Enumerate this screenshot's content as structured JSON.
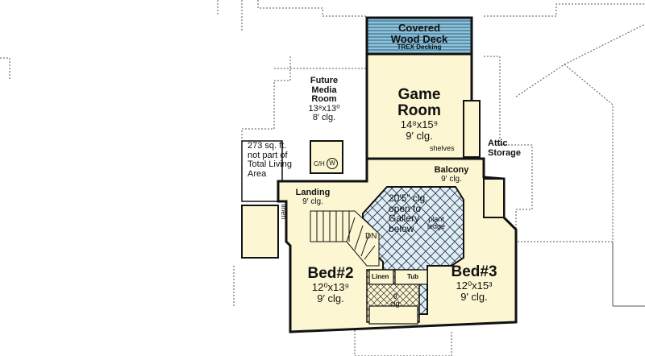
{
  "colors": {
    "room_fill": "#fcf7d2",
    "deck_fill": "#8fc3dc",
    "open_fill": "#dceefa",
    "wall": "#111111"
  },
  "rooms": {
    "deck": {
      "name_line1": "Covered",
      "name_line2": "Wood Deck",
      "note": "TREX Decking"
    },
    "media": {
      "name_line1": "Future",
      "name_line2": "Media",
      "name_line3": "Room",
      "size": "13⁸x13⁰",
      "ceiling": "8′ clg."
    },
    "game": {
      "name_line1": "Game",
      "name_line2": "Room",
      "size": "14⁸x15⁹",
      "ceiling": "9′ clg.",
      "shelves": "shelves"
    },
    "attic": {
      "name_line1": "Attic",
      "name_line2": "Storage"
    },
    "bonus_note": {
      "line1": "273 sq. ft.",
      "line2": "not part of",
      "line3": "Total Living",
      "line4": "Area"
    },
    "balcony": {
      "name": "Balcony",
      "ceiling": "9′ clg."
    },
    "landing": {
      "name": "Landing",
      "ceiling": "9′ clg.",
      "linen": "linen"
    },
    "utility": {
      "ac": "C/H",
      "water_heater": "W"
    },
    "open": {
      "line1": "20′5″ clg.",
      "line2": "open to",
      "line3": "Gallery",
      "line4": "below",
      "plant1": "plant",
      "plant2": "ledge"
    },
    "stairs": {
      "label": "DN"
    },
    "bed2": {
      "name": "Bed#2",
      "size": "12⁰x13⁹",
      "ceiling": "9′ clg."
    },
    "bed3": {
      "name": "Bed#3",
      "size": "12⁰x15³",
      "ceiling": "9′ clg."
    },
    "bath": {
      "linen": "Linen",
      "tub": "Tub",
      "ceiling_line1": "9′",
      "ceiling_line2": "clg."
    }
  }
}
